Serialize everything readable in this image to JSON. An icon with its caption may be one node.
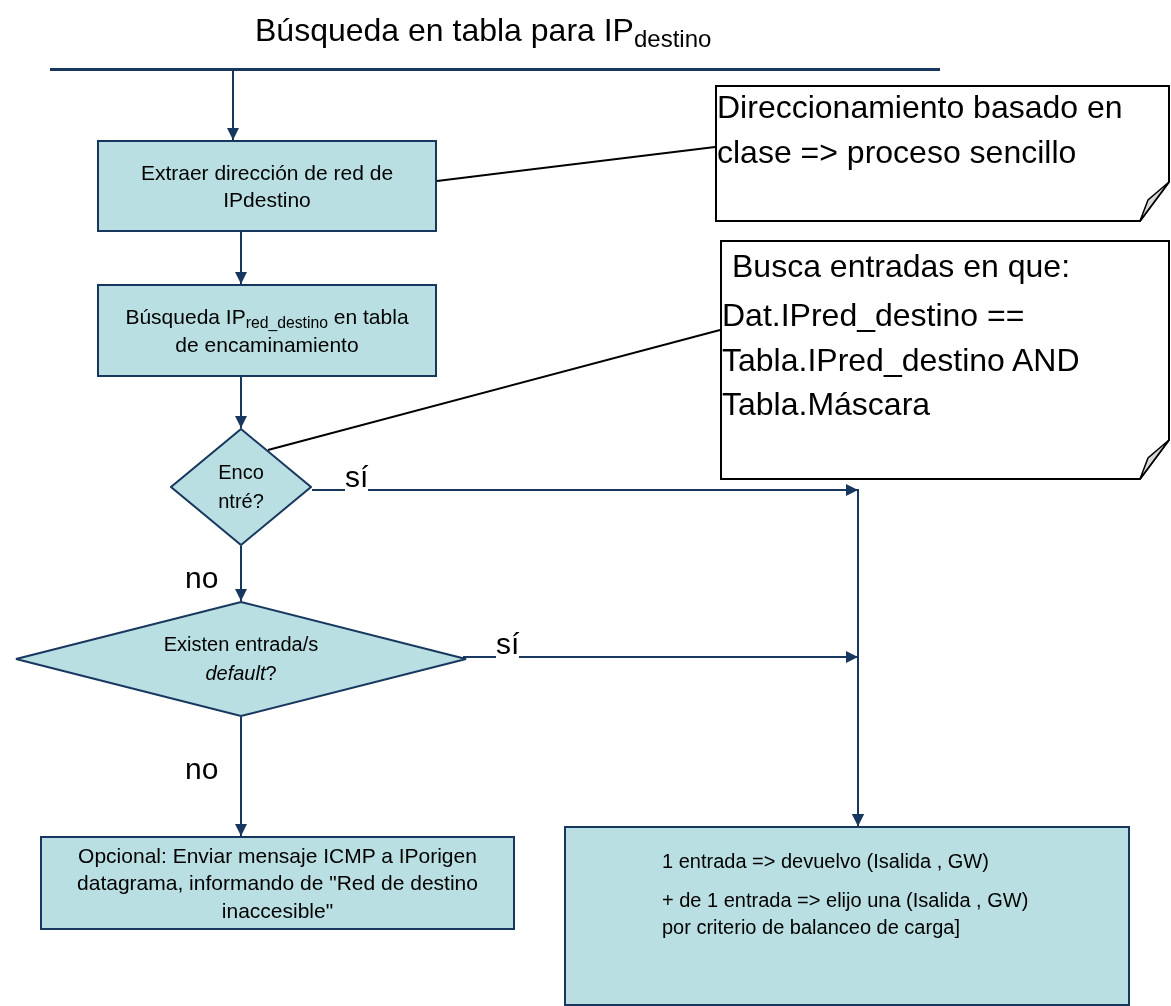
{
  "diagram": {
    "title": "Búsqueda en tabla para IP$_{destino}$",
    "nodes": [
      {
        "text": [],
        "shape": "bar"
      },
      {
        "text": [
          "Extraer dirección de red de IPdestino"
        ]
      },
      {
        "text": [
          "Búsqueda IP$_{red_destino}$ en tabla de encaminamiento"
        ]
      },
      {
        "text": [
          "Enco ntré?"
        ]
      },
      {
        "text": [
          "Existen entrada/s *default*?"
        ]
      },
      {
        "text": [
          "Opcional: Enviar mensaje ICMP a IPorigen datagrama, informando de \"Red de destino inaccesible\""
        ]
      },
      {
        "text": [
          "1 entrada => devuelvo (Isalida , GW)",
          "+ de 1 entrada => elijo una (Isalida , GW)  por  criterio de balanceo de carga]"
        ]
      },
      {
        "text": [
          "Direccionamiento basado en clase => proceso sencillo"
        ]
      },
      {
        "text": [
          "Busca entradas en que:",
          "Dat.IPred_destino == Tabla.IPred_destino AND Tabla.Máscara"
        ]
      }
    ],
    "edges": [
      {
        "from": 0,
        "to": 1,
        "arrow": "to"
      },
      {
        "from": 1,
        "to": 2,
        "arrow": "to"
      },
      {
        "from": 2,
        "to": 3,
        "arrow": "to"
      },
      {
        "from": 3,
        "to": 4,
        "arrow": "to",
        "label": "no"
      },
      {
        "from": 4,
        "to": 5,
        "arrow": "to",
        "label": "no"
      },
      {
        "from": 3,
        "to": 6,
        "arrow": "to",
        "label": "sí"
      },
      {
        "from": 4,
        "to": 6,
        "arrow": "to",
        "label": "sí"
      },
      {
        "from": 7,
        "to": 1,
        "arrow": "none",
        "color": "#000000"
      },
      {
        "from": 8,
        "to": 3,
        "arrow": "none",
        "color": "#000000"
      }
    ]
  }
}
